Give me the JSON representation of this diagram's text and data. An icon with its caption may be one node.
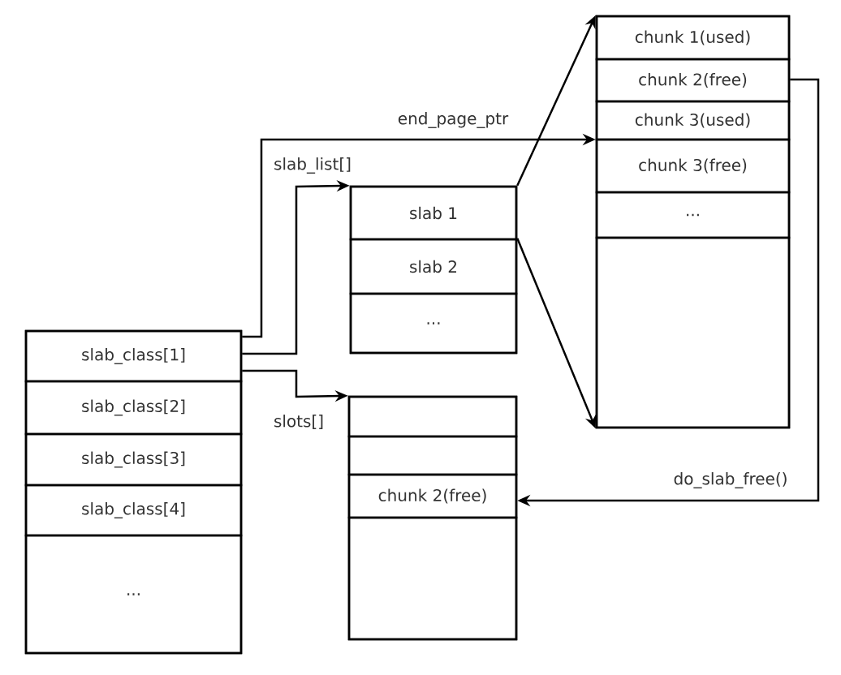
{
  "diagram": {
    "nodes": [
      {
        "text": [],
        "shape": "box"
      },
      {
        "text": [
          "slab_class[1]"
        ],
        "in": 0
      },
      {
        "text": [
          "slab_class[2]"
        ],
        "in": 0
      },
      {
        "text": [
          "slab_class[3]"
        ],
        "in": 0
      },
      {
        "text": [
          "slab_class[4]"
        ],
        "in": 0
      },
      {
        "text": [
          "..."
        ],
        "in": 0
      },
      {
        "text": [],
        "shape": "box"
      },
      {
        "text": [
          "slab 1"
        ],
        "in": 6
      },
      {
        "text": [
          "slab 2"
        ],
        "in": 6
      },
      {
        "text": [
          "..."
        ],
        "in": 6
      },
      {
        "text": [],
        "shape": "box"
      },
      {
        "text": [
          "chunk 1(used)"
        ],
        "in": 10
      },
      {
        "text": [
          "chunk 2(free)"
        ],
        "in": 10
      },
      {
        "text": [
          "chunk 3(used)"
        ],
        "in": 10
      },
      {
        "text": [
          "chunk 3(free)"
        ],
        "in": 10
      },
      {
        "text": [
          "..."
        ],
        "in": 10
      },
      {
        "text": [],
        "shape": "box",
        "in": 10
      },
      {
        "text": [],
        "shape": "box"
      },
      {
        "text": [],
        "shape": "box",
        "in": 17
      },
      {
        "text": [],
        "shape": "box",
        "in": 17
      },
      {
        "text": [
          "chunk 2(free)"
        ],
        "in": 17
      },
      {
        "text": [],
        "shape": "box",
        "in": 17
      }
    ],
    "edges": [
      {
        "from": 1,
        "to": 10,
        "arrow": "to",
        "label": "end_page_ptr"
      },
      {
        "from": 1,
        "to": 6,
        "arrow": "to",
        "label": "slab_list[]"
      },
      {
        "from": 1,
        "to": 17,
        "arrow": "to",
        "label": "slots[]"
      },
      {
        "from": 7,
        "to": 10,
        "arrow": "to"
      },
      {
        "from": 8,
        "to": 10,
        "arrow": "to"
      },
      {
        "from": 12,
        "to": 20,
        "arrow": "to",
        "label": "do_slab_free()"
      }
    ]
  }
}
